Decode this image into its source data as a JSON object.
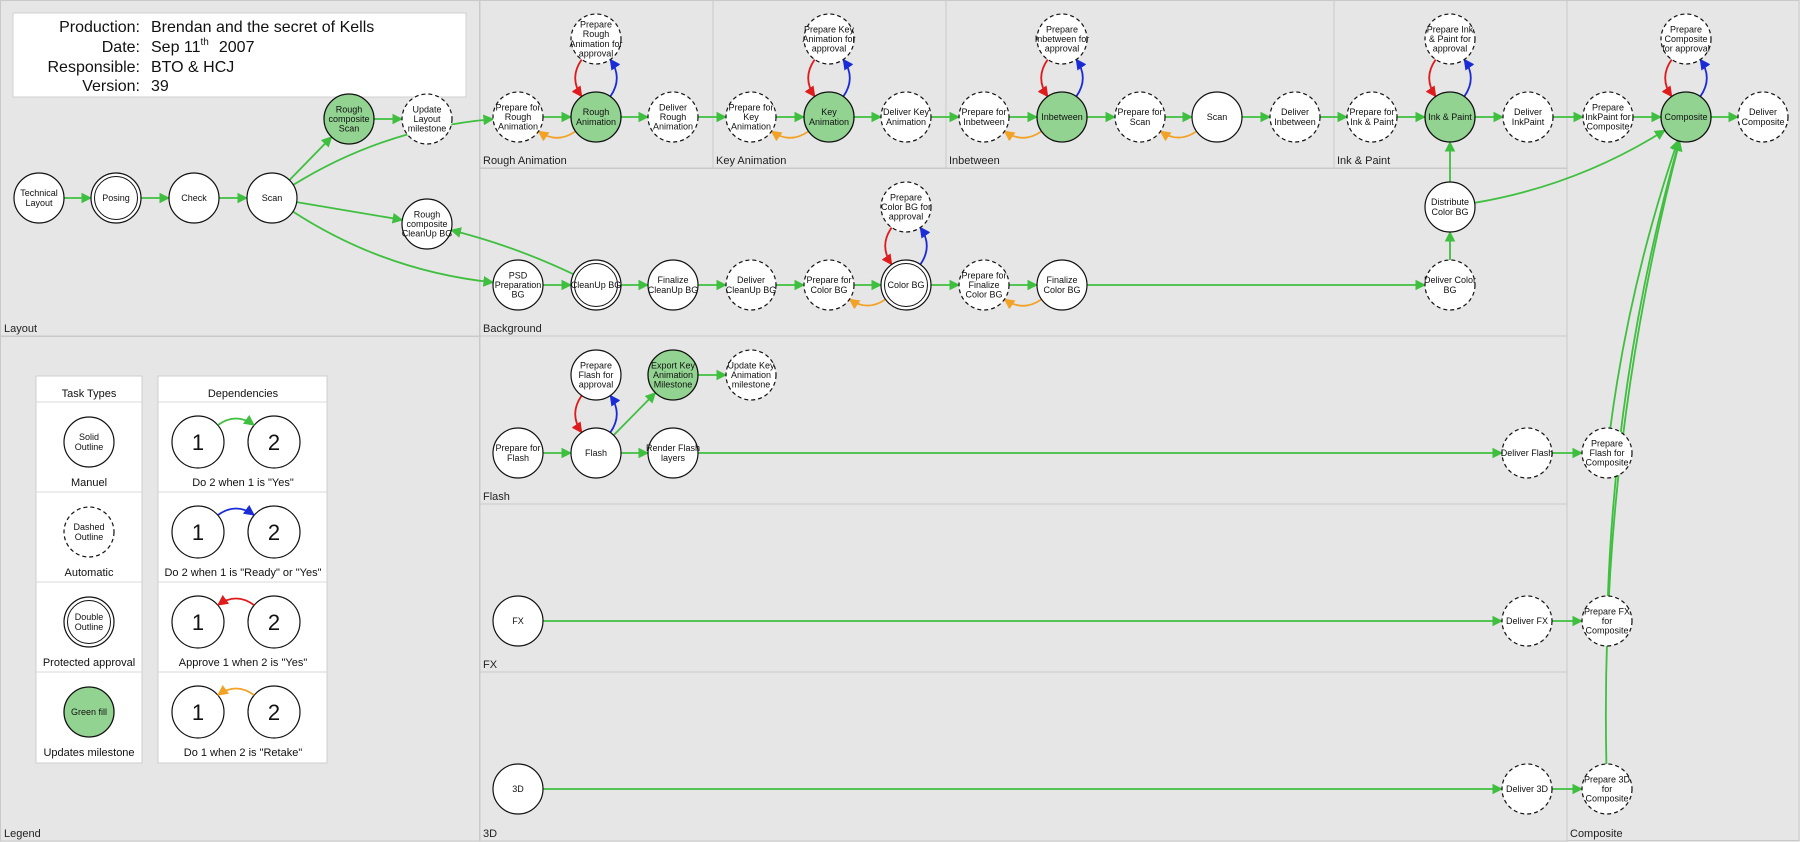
{
  "colors": {
    "background": "#e6e6e6",
    "lane_border": "#cccccc",
    "node_fill": "#ffffff",
    "milestone_fill": "#92d391",
    "flow": "#3fbf3f",
    "ready": "#1a2cd6",
    "approve": "#e01b1b",
    "retake": "#f2a226"
  },
  "info": {
    "production_label": "Production:",
    "production": "Brendan and the secret of Kells",
    "date_label": "Date:",
    "date_prefix": "Sep 11",
    "date_suffix": "th",
    "date_year": "2007",
    "responsible_label": "Responsible:",
    "responsible": "BTO & HCJ",
    "version_label": "Version:",
    "version": "39"
  },
  "lanes": {
    "layout": "Layout",
    "rough_animation": "Rough Animation",
    "key_animation": "Key Animation",
    "inbetween": "Inbetween",
    "ink_paint": "Ink & Paint",
    "background": "Background",
    "flash": "Flash",
    "fx": "FX",
    "three_d": "3D",
    "composite": "Composite",
    "legend": "Legend"
  },
  "legend": {
    "task_types_header": "Task Types",
    "dependencies_header": "Dependencies",
    "types": [
      {
        "inner": [
          "Solid",
          "Outline"
        ],
        "caption": "Manuel",
        "style": "solid"
      },
      {
        "inner": [
          "Dashed",
          "Outline"
        ],
        "caption": "Automatic",
        "style": "dashed"
      },
      {
        "inner": [
          "Double",
          "Outline"
        ],
        "caption": "Protected approval",
        "style": "double"
      },
      {
        "inner": [
          "Green fill"
        ],
        "caption": "Updates milestone",
        "style": "green"
      }
    ],
    "deps": [
      {
        "a": "1",
        "b": "2",
        "caption": "Do 2 when 1 is \"Yes\"",
        "kind": "flow"
      },
      {
        "a": "1",
        "b": "2",
        "caption": "Do 2 when 1 is \"Ready\" or \"Yes\"",
        "kind": "ready"
      },
      {
        "a": "1",
        "b": "2",
        "caption": "Approve 1 when 2 is \"Yes\"",
        "kind": "approve"
      },
      {
        "a": "1",
        "b": "2",
        "caption": "Do 1 when 2  is \"Retake\"",
        "kind": "retake"
      }
    ]
  },
  "nodes": {
    "technical_layout": [
      "Technical",
      "Layout"
    ],
    "posing": [
      "Posing"
    ],
    "check": [
      "Check"
    ],
    "scan_layout": [
      "Scan"
    ],
    "rough_composite_scan": [
      "Rough",
      "composite",
      "Scan"
    ],
    "update_layout_milestone": [
      "Update",
      "Layout",
      "milestone"
    ],
    "rough_composite_cleanup_bg": [
      "Rough",
      "composite",
      "CleanUp BG"
    ],
    "prep_rough": [
      "Prepare for",
      "Rough",
      "Animation"
    ],
    "prep_rough_approval": [
      "Prepare",
      "Rough",
      "Animation for",
      "approval"
    ],
    "rough_animation": [
      "Rough",
      "Animation"
    ],
    "deliver_rough": [
      "Deliver",
      "Rough",
      "Animation"
    ],
    "prep_key": [
      "Prepare for",
      "Key",
      "Animation"
    ],
    "prep_key_approval": [
      "Prepare Key",
      "Animation for",
      "approval"
    ],
    "key_animation": [
      "Key",
      "Animation"
    ],
    "deliver_key": [
      "Deliver Key",
      "Animation"
    ],
    "prep_inbetween": [
      "Prepare for",
      "Inbetween"
    ],
    "prep_inbetween_approval": [
      "Prepare",
      "Inbetween for",
      "approval"
    ],
    "inbetween": [
      "Inbetween"
    ],
    "prep_scan": [
      "Prepare for",
      "Scan"
    ],
    "scan_inbetween": [
      "Scan"
    ],
    "deliver_inbetween": [
      "Deliver",
      "Inbetween"
    ],
    "prep_inkpaint": [
      "Prepare for",
      "Ink & Paint"
    ],
    "prep_inkpaint_approval": [
      "Prepare Ink",
      "& Paint for",
      "approval"
    ],
    "ink_paint": [
      "Ink & Paint"
    ],
    "deliver_inkpaint": [
      "Deliver",
      "InkPaint"
    ],
    "prep_inkpaint_composite": [
      "Prepare",
      "InkPaint for",
      "Composite"
    ],
    "prep_composite_approval": [
      "Prepare",
      "Composite",
      "for approval"
    ],
    "composite": [
      "Composite"
    ],
    "deliver_composite": [
      "Deliver",
      "Composite"
    ],
    "distribute_color_bg": [
      "Distribute",
      "Color BG"
    ],
    "deliver_color_bg": [
      "Deliver Color",
      "BG"
    ],
    "psd_prep_bg": [
      "PSD",
      "Preparation",
      "BG"
    ],
    "cleanup_bg": [
      "CleanUp BG"
    ],
    "finalize_cleanup_bg": [
      "Finalize",
      "CleanUp BG"
    ],
    "deliver_cleanup_bg": [
      "Deliver",
      "CleanUp BG"
    ],
    "prep_color_bg": [
      "Prepare for",
      "Color BG"
    ],
    "prep_color_bg_approval": [
      "Prepare",
      "Color BG for",
      "approval"
    ],
    "color_bg": [
      "Color BG"
    ],
    "prep_finalize_color_bg": [
      "Prepare for",
      "Finalize",
      "Color BG"
    ],
    "finalize_color_bg": [
      "Finalize",
      "Color BG"
    ],
    "prep_flash": [
      "Prepare for",
      "Flash"
    ],
    "prep_flash_approval": [
      "Prepare",
      "Flash for",
      "approval"
    ],
    "flash": [
      "Flash"
    ],
    "export_key_milestone": [
      "Export Key",
      "Animation",
      "Milestone"
    ],
    "update_key_milestone": [
      "Update Key",
      "Animation",
      "milestone"
    ],
    "render_flash": [
      "Render Flash",
      "layers"
    ],
    "deliver_flash": [
      "Deliver Flash"
    ],
    "prep_flash_composite": [
      "Prepare",
      "Flash for",
      "Composite"
    ],
    "fx": [
      "FX"
    ],
    "deliver_fx": [
      "Deliver FX"
    ],
    "prep_fx_composite": [
      "Prepare FX",
      "for",
      "Composite"
    ],
    "three_d": [
      "3D"
    ],
    "deliver_3d": [
      "Deliver 3D"
    ],
    "prep_3d_composite": [
      "Prepare 3D",
      "for",
      "Composite"
    ]
  }
}
